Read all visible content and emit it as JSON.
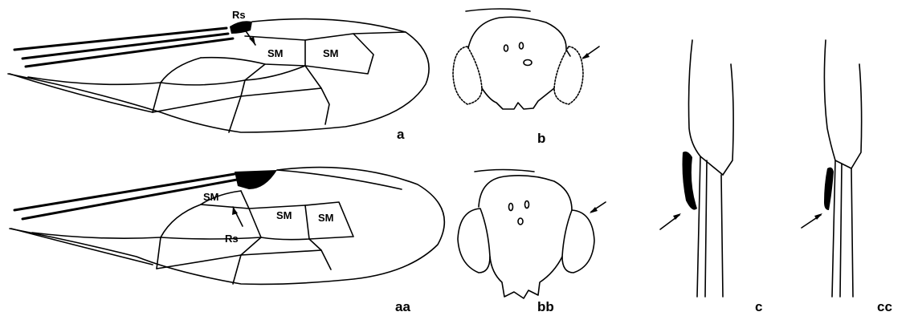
{
  "panels": {
    "a": "a",
    "aa": "aa",
    "b": "b",
    "bb": "bb",
    "c": "c",
    "cc": "cc"
  },
  "wing_a": {
    "rs_label": "Rs",
    "cell_1": "SM",
    "cell_2": "SM"
  },
  "wing_aa": {
    "rs_label": "Rs",
    "cell_1": "SM",
    "cell_2": "SM",
    "cell_3": "SM"
  }
}
